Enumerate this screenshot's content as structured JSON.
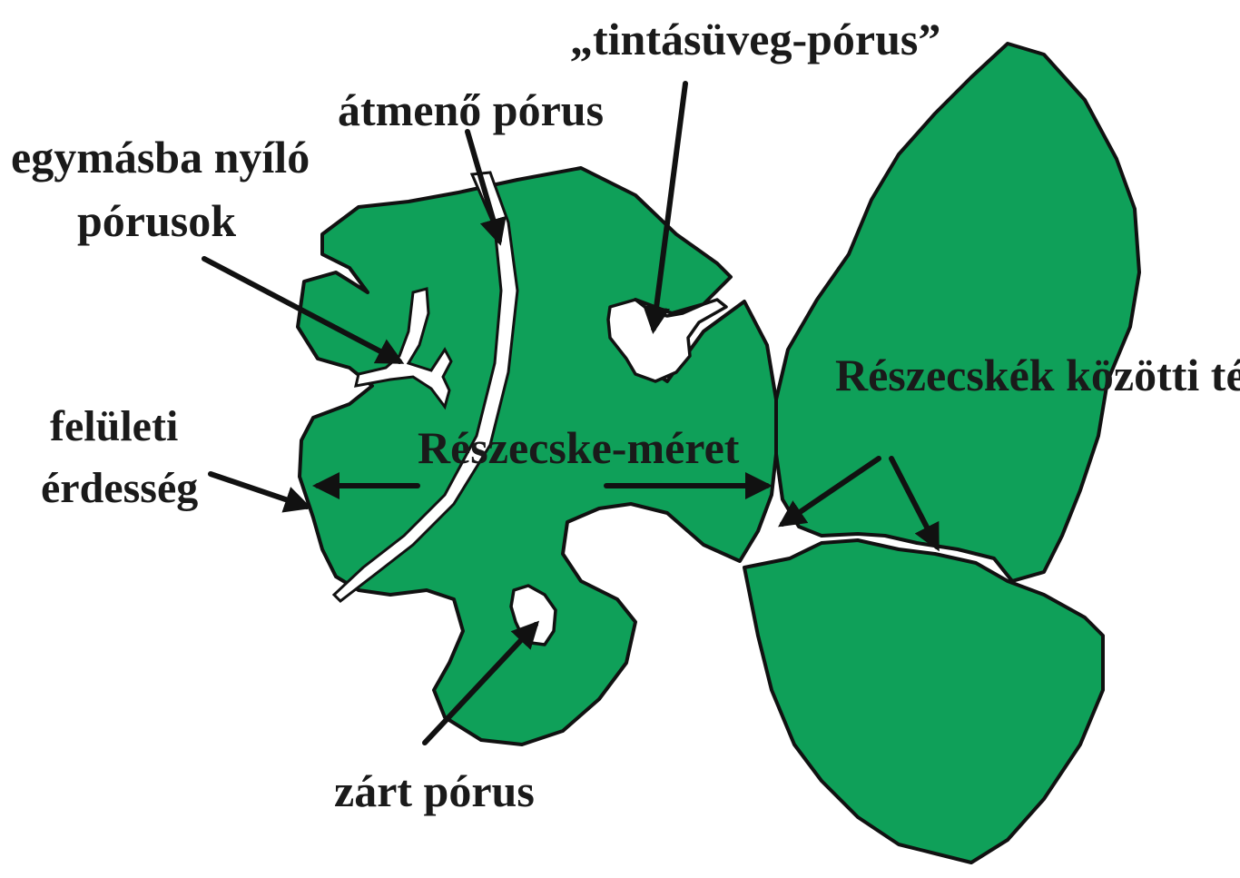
{
  "colors": {
    "particle": "#0fa059",
    "outline": "#111111",
    "text": "#1a1a1a",
    "background": "#ffffff"
  },
  "labels": {
    "ink_bottle_pore": "„tintásüveg-pórus”",
    "through_pore": "átmenő pórus",
    "interconnected_pores_line1": "egymásba nyíló",
    "interconnected_pores_line2": "pórusok",
    "surface_roughness_line1": "felületi",
    "surface_roughness_line2": "érdesség",
    "particle_size": "Részecske-méret",
    "interparticle_space": "Részecskék közötti tér",
    "closed_pore": "zárt pórus"
  }
}
